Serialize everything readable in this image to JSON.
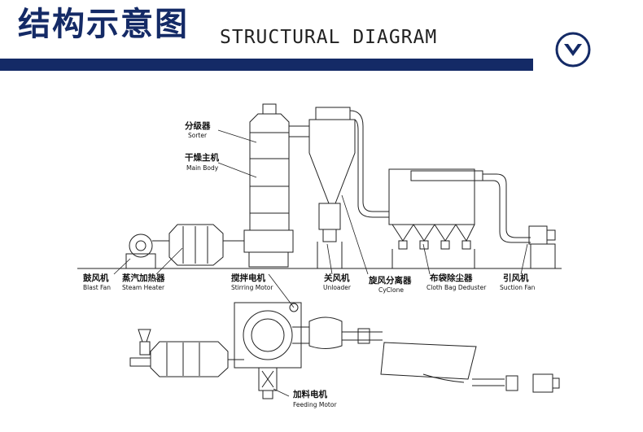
{
  "header": {
    "title_cn": "结构示意图",
    "title_en": "STRUCTURAL DIAGRAM",
    "accent_color": "#142a66",
    "scroll_icon": "chevron-down-circle-icon"
  },
  "labels": {
    "sorter": {
      "cn": "分级器",
      "en": "Sorter"
    },
    "main_body": {
      "cn": "干燥主机",
      "en": "Main Body"
    },
    "blast_fan": {
      "cn": "鼓风机",
      "en": "Blast Fan"
    },
    "steam_heater": {
      "cn": "蒸汽加热器",
      "en": "Steam Heater"
    },
    "stirring_motor": {
      "cn": "搅拌电机",
      "en": "Stirring Motor"
    },
    "unloader": {
      "cn": "关风机",
      "en": "Unloader"
    },
    "cyclone": {
      "cn": "旋风分离器",
      "en": "CyClone"
    },
    "cloth_bag": {
      "cn": "布袋除尘器",
      "en": "Cloth Bag Deduster"
    },
    "suction_fan": {
      "cn": "引风机",
      "en": "Suction Fan"
    },
    "feeding_motor": {
      "cn": "加料电机",
      "en": "Feeding Motor"
    }
  }
}
